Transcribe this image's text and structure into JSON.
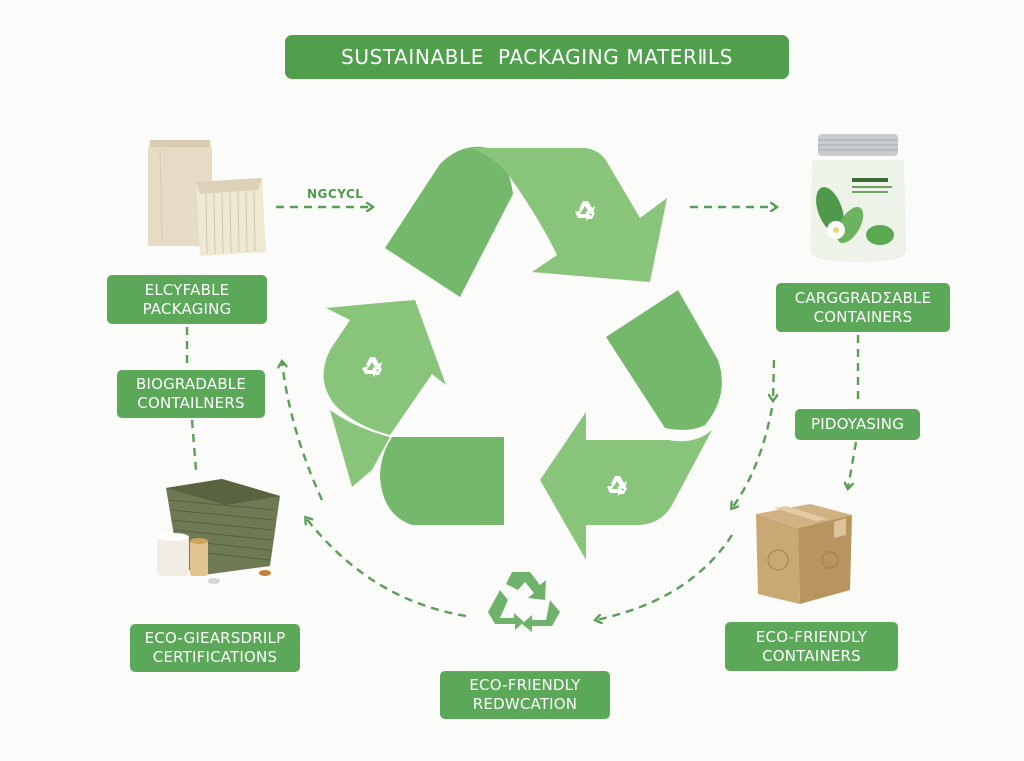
{
  "title": "SUSTAINABLE  PACKAGING MATERⅡLS",
  "flow_label": "NGCYCL",
  "labels": {
    "recyclable_packaging": [
      "ELCYFABLE",
      "PACKAGING"
    ],
    "biogradable_containers": [
      "BIOGRADABLE",
      "CONTAILNERS"
    ],
    "carggradable_containers": [
      "CARGGRADΣABLE",
      "CONTAINERS"
    ],
    "pidoyasing": [
      "PIDOYASING"
    ],
    "eco_gearsdrilp_certifications": [
      "ECO-GIEARSDRILP",
      "CERTIFICATIONS"
    ],
    "eco_friendly_reduction": [
      "ECO-FRIENDLY",
      "REDWCATION"
    ],
    "eco_friendly_containers": [
      "ECO-FRIENDLY",
      "CONTAINERS"
    ]
  },
  "images": {
    "top_left": "paper-bags",
    "top_right": "jar-with-leaves-label",
    "bottom_left": "crate-with-cans",
    "bottom_right": "cardboard-box"
  },
  "icons": {
    "center": "recycle-icon",
    "bottom": "recycle-icon-small"
  },
  "colors": {
    "title_bg": "#4f9f4d",
    "label_bg": "#5aa858",
    "arrow_light": "#88c57a",
    "arrow_dark": "#74b86c",
    "dash": "#5a9e58",
    "background": "#fbfbf9"
  }
}
